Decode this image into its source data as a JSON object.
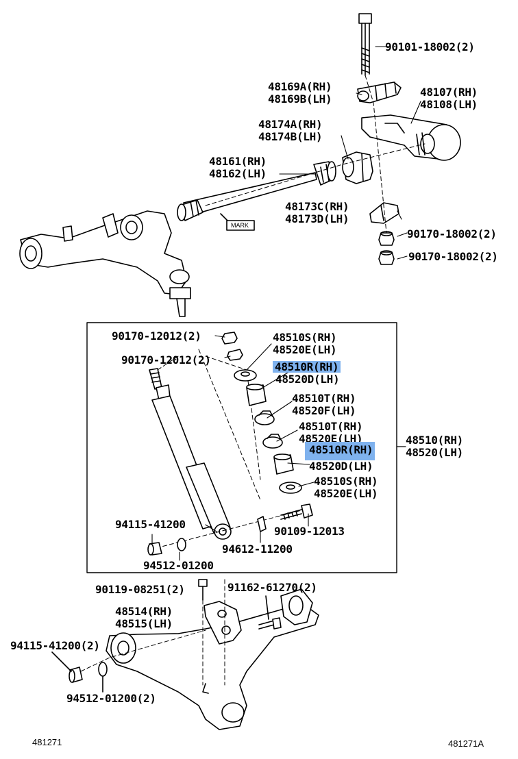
{
  "labels": {
    "p90101": "90101-18002(2)",
    "p48169a": "48169A(RH)",
    "p48169b": "48169B(LH)",
    "p48107": "48107(RH)",
    "p48108": "48108(LH)",
    "p48174a": "48174A(RH)",
    "p48174b": "48174B(LH)",
    "p48161": "48161(RH)",
    "p48162": "48162(LH)",
    "mark": "MARK",
    "p48173c": "48173C(RH)",
    "p48173d": "48173D(LH)",
    "p90170_18002_a": "90170-18002(2)",
    "p90170_18002_b": "90170-18002(2)",
    "p90170_12012_a": "90170-12012(2)",
    "p90170_12012_b": "90170-12012(2)",
    "p48510s_a": "48510S(RH)",
    "p48520e_a": "48520E(LH)",
    "p48510r_a": "48510R(RH)",
    "p48520d_a": "48520D(LH)",
    "p48510t_a": "48510T(RH)",
    "p48520f": "48520F(LH)",
    "p48510t_b": "48510T(RH)",
    "p48520e_b": "48520E(LH)",
    "p48510": "48510(RH)",
    "p48520": "48520(LH)",
    "p48510r_b": "48510R(RH)",
    "p48520d_b": "48520D(LH)",
    "p48510s_b": "48510S(RH)",
    "p48520e_c": "48520E(LH)",
    "p94115_a": "94115-41200",
    "p90109": "90109-12013",
    "p94612": "94612-11200",
    "p94512_a": "94512-01200",
    "p90119": "90119-08251(2)",
    "p91162": "91162-61270(2)",
    "p48514": "48514(RH)",
    "p48515": "48515(LH)",
    "p94115_b": "94115-41200(2)",
    "p94512_b": "94512-01200(2)",
    "code_left": "481271",
    "code_right": "481271A"
  },
  "highlight_color": "#7fb2ee"
}
